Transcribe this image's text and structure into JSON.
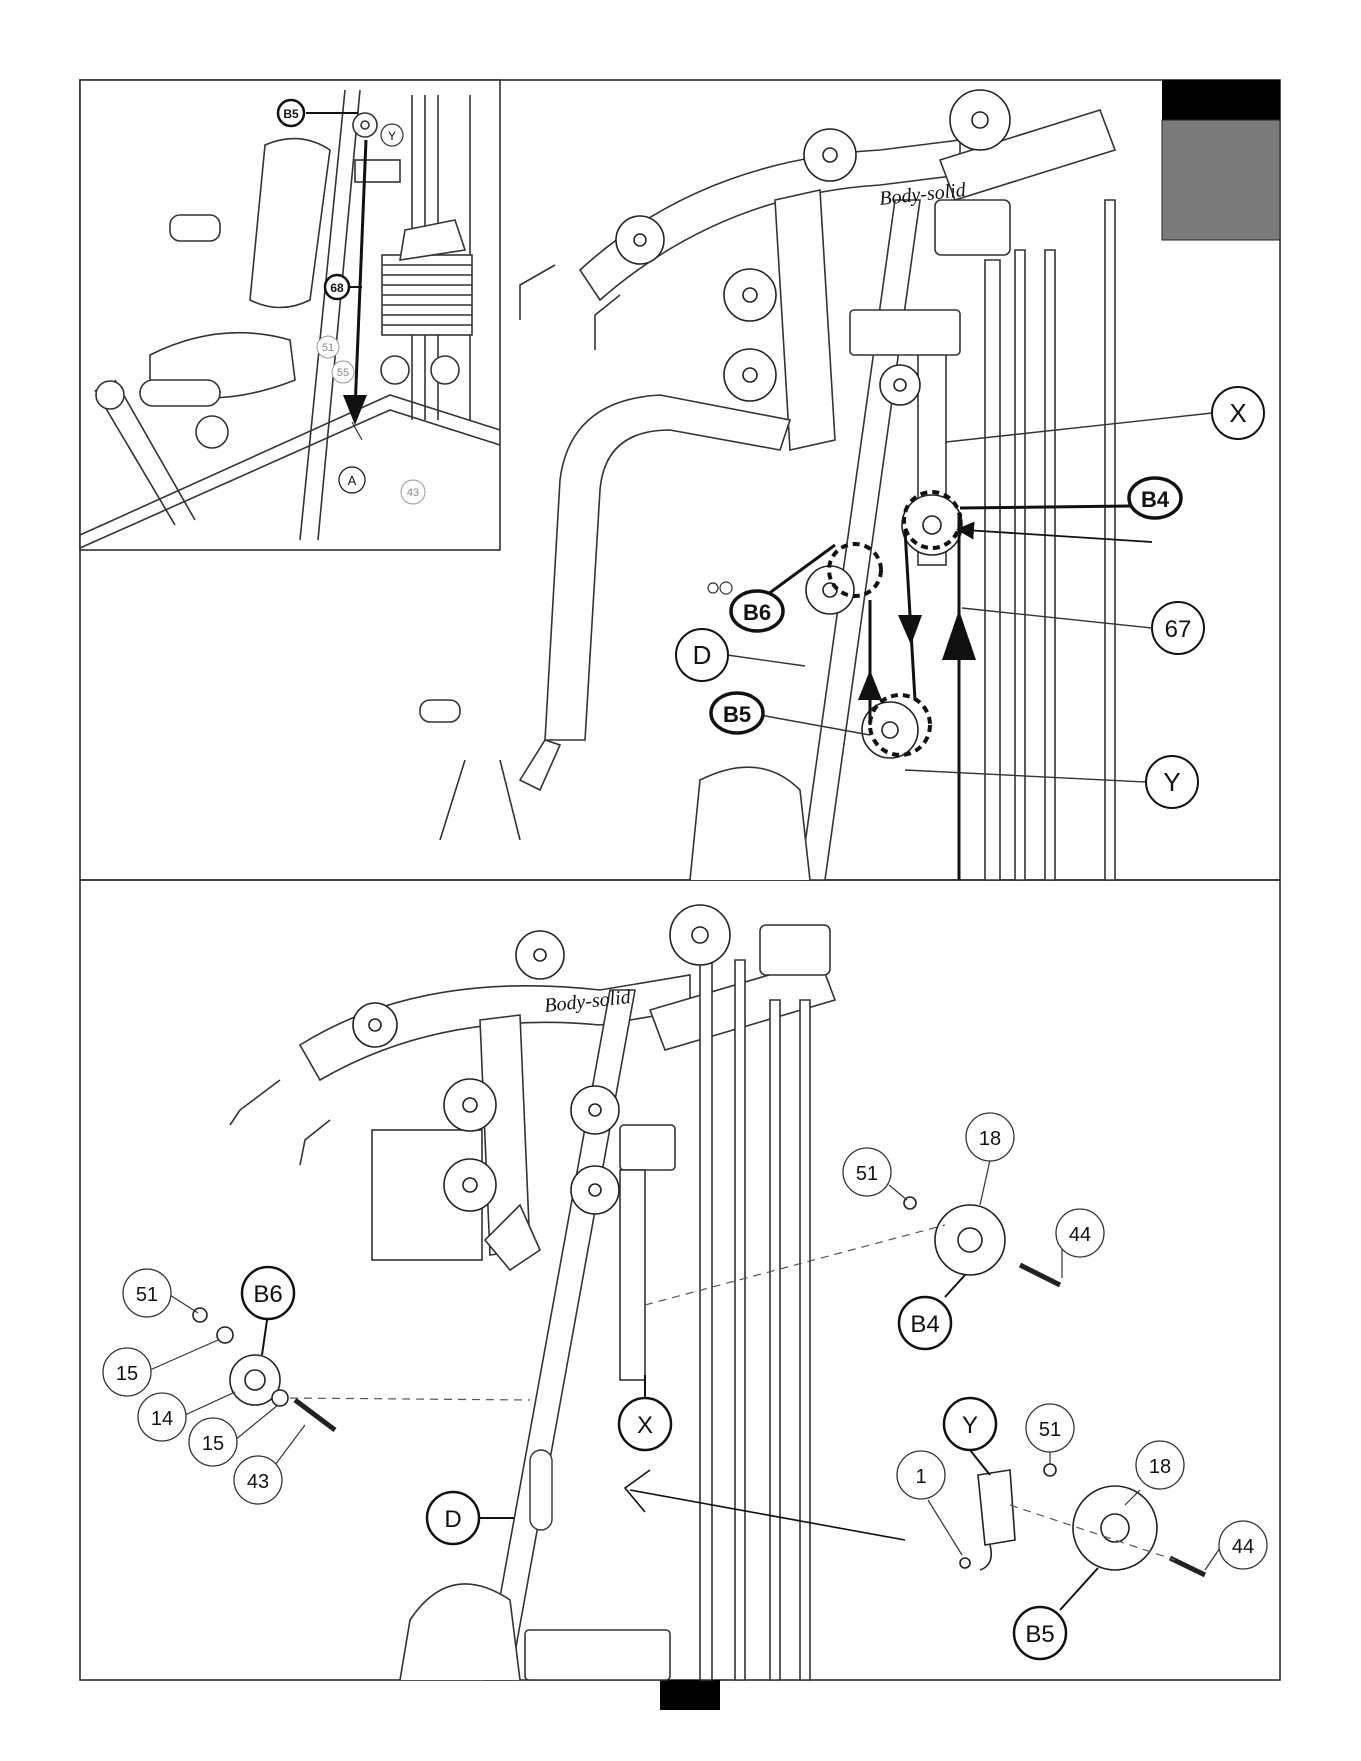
{
  "colors": {
    "ink": "#111111",
    "frame": "#555555",
    "tab_gray": "#7a7a7a",
    "light_gray": "#9a9a9a"
  },
  "inset": {
    "labels": {
      "b5": "B5",
      "y": "Y",
      "c68": "68",
      "c51": "51",
      "c55": "55",
      "a": "A",
      "c43": "43"
    }
  },
  "top_panel": {
    "brand": "Body-solid",
    "labels": {
      "x": "X",
      "b4": "B4",
      "b6": "B6",
      "c67": "67",
      "d": "D",
      "b5": "B5",
      "y": "Y"
    }
  },
  "bottom_panel": {
    "brand": "Body-solid",
    "left_group": {
      "c51": "51",
      "b6": "B6",
      "c15a": "15",
      "c14": "14",
      "c15b": "15",
      "c43": "43"
    },
    "right_group": {
      "c51": "51",
      "c18": "18",
      "c44": "44",
      "b4": "B4"
    },
    "y_group": {
      "y": "Y",
      "c1": "1",
      "c51": "51",
      "c18": "18",
      "c44": "44",
      "b5": "B5"
    },
    "x": "X",
    "d": "D"
  }
}
